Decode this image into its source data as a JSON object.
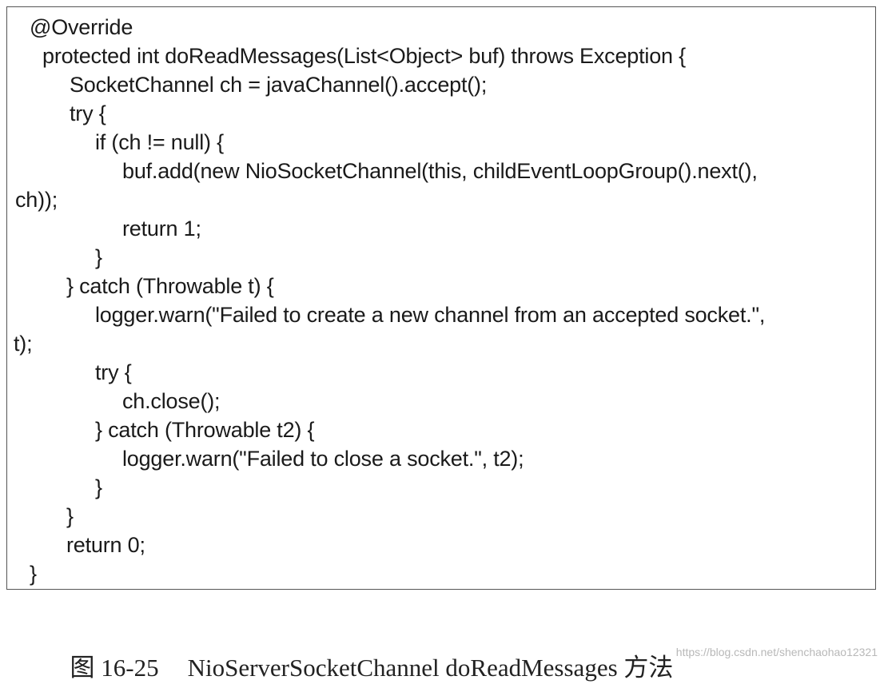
{
  "code": {
    "lines": [
      "@Override",
      "protected int doReadMessages(List<Object> buf) throws Exception {",
      "SocketChannel ch = javaChannel().accept();",
      "try {",
      "if (ch != null) {",
      "buf.add(new NioSocketChannel(this, childEventLoopGroup().next(),",
      "ch));",
      "return 1;",
      "}",
      "} catch (Throwable t) {",
      "logger.warn(\"Failed to create a new channel from an accepted socket.\",",
      "t);",
      "try {",
      "ch.close();",
      "} catch (Throwable t2) {",
      "logger.warn(\"Failed to close a socket.\", t2);",
      "}",
      "}",
      "return 0;",
      "}"
    ]
  },
  "caption": {
    "figure_number": "图 16-25",
    "title": "NioServerSocketChannel doReadMessages 方法"
  },
  "watermark": "https://blog.csdn.net/shenchaohao12321"
}
